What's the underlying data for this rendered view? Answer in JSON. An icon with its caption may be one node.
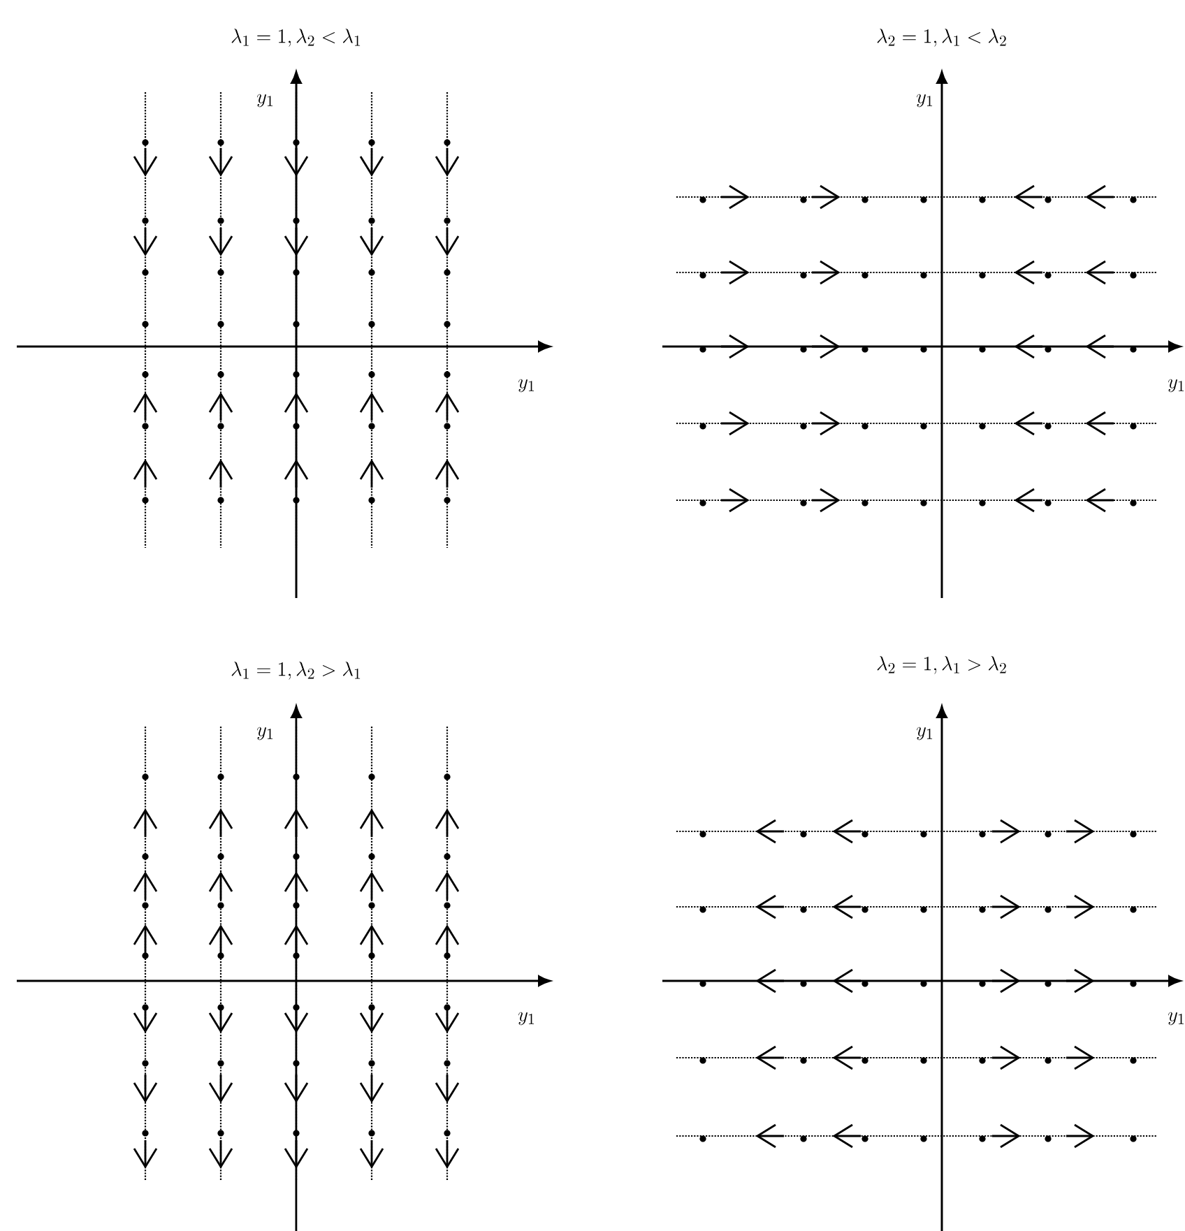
{
  "diagram": {
    "labels": [
      "\\lambda_1 = 1, \\lambda_2 < \\lambda_1",
      "\\lambda_2 = 1, \\lambda_1 < \\lambda_2",
      "y_1",
      "y_1",
      "y_1",
      "y_1",
      "\\lambda_1 = 1, \\lambda_2 > \\lambda_1",
      "\\lambda_2 = 1, \\lambda_1 > \\lambda_2",
      "y_1",
      "y_1",
      "y_1",
      "y_1"
    ]
  }
}
